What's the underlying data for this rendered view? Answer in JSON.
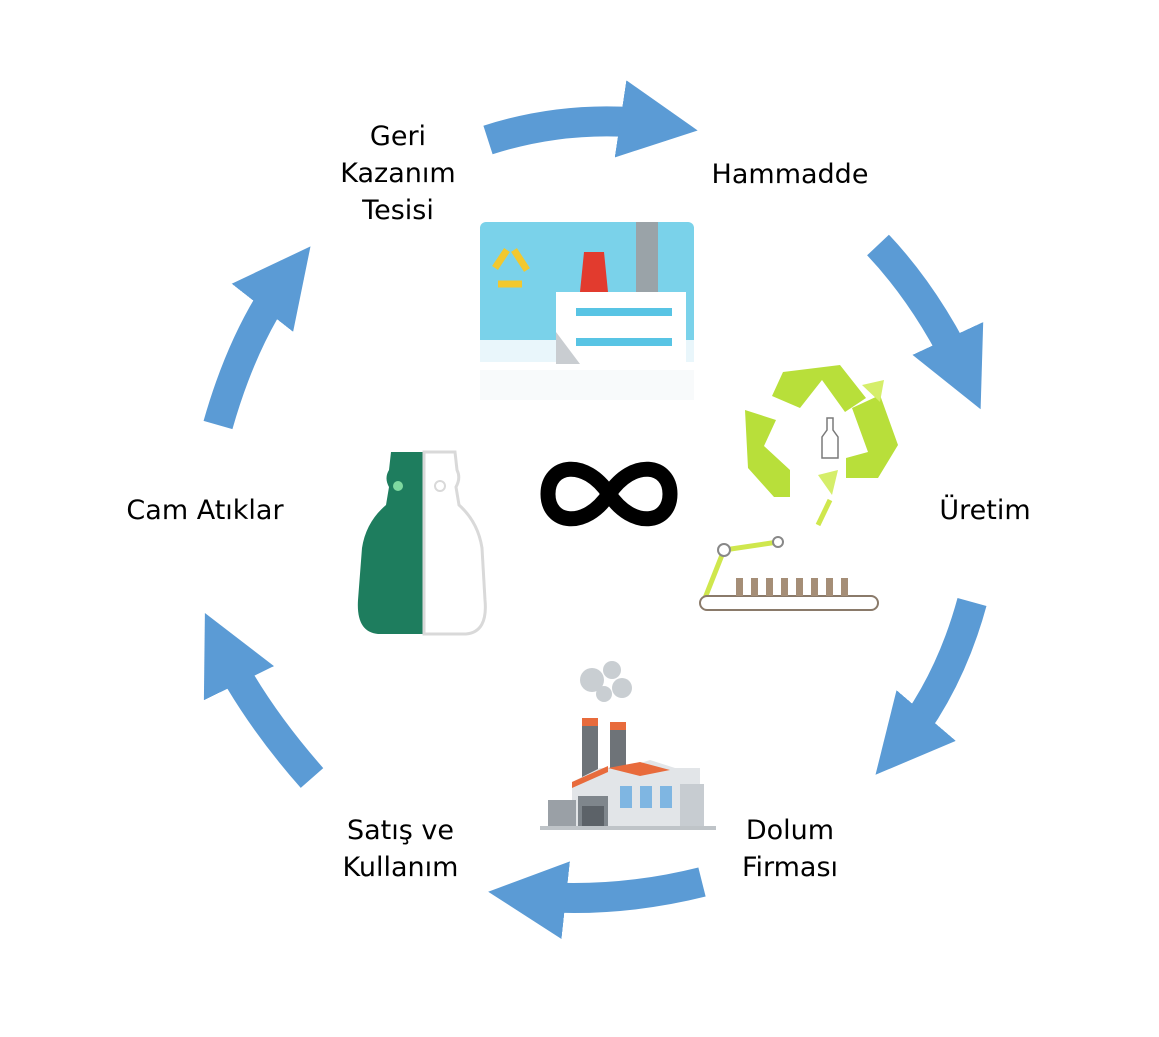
{
  "diagram": {
    "stages": [
      {
        "id": "geri",
        "label": "Geri\nKazanım\nTesisi"
      },
      {
        "id": "hammadde",
        "label": "Hammadde"
      },
      {
        "id": "uretim",
        "label": "Üretim"
      },
      {
        "id": "dolum",
        "label": "Dolum\nFirması"
      },
      {
        "id": "satis",
        "label": "Satış ve\nKullanım"
      },
      {
        "id": "cam",
        "label": "Cam Atıklar"
      }
    ],
    "center_symbol": "infinity-icon",
    "illustrations": [
      "recycling-facility-illustration",
      "recycle-bottle-conveyor-illustration",
      "factory-illustration",
      "glass-bottle-illustration"
    ],
    "colors": {
      "arrow": "#5b9bd5",
      "recycle": "#b8df3a",
      "bottle_green": "#1e7d5e"
    }
  }
}
